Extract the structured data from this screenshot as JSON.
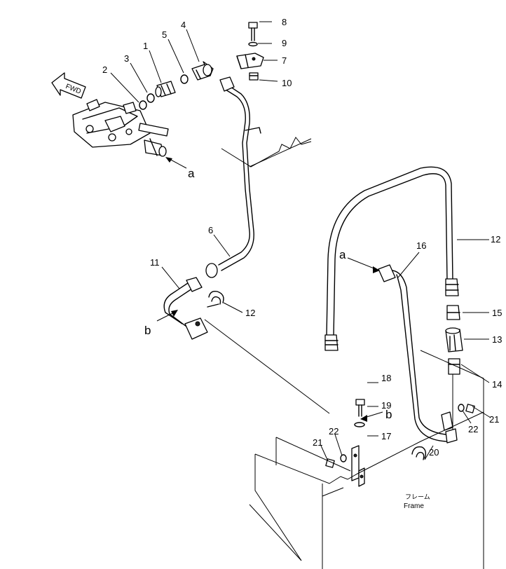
{
  "arrow_label": "FWD",
  "part_labels": [
    {
      "id": "p1",
      "text": "1"
    },
    {
      "id": "p2",
      "text": "2"
    },
    {
      "id": "p3",
      "text": "3"
    },
    {
      "id": "p4",
      "text": "4"
    },
    {
      "id": "p5",
      "text": "5"
    },
    {
      "id": "p6",
      "text": "6"
    },
    {
      "id": "p7",
      "text": "7"
    },
    {
      "id": "p8",
      "text": "8"
    },
    {
      "id": "p9",
      "text": "9"
    },
    {
      "id": "p10",
      "text": "10"
    },
    {
      "id": "p11",
      "text": "11"
    },
    {
      "id": "p12a",
      "text": "12"
    },
    {
      "id": "p12b",
      "text": "12"
    },
    {
      "id": "p13",
      "text": "13"
    },
    {
      "id": "p14",
      "text": "14"
    },
    {
      "id": "p15",
      "text": "15"
    },
    {
      "id": "p16",
      "text": "16"
    },
    {
      "id": "p17",
      "text": "17"
    },
    {
      "id": "p18",
      "text": "18"
    },
    {
      "id": "p19",
      "text": "19"
    },
    {
      "id": "p20",
      "text": "20"
    },
    {
      "id": "p21a",
      "text": "21"
    },
    {
      "id": "p21b",
      "text": "21"
    },
    {
      "id": "p22a",
      "text": "22"
    },
    {
      "id": "p22b",
      "text": "22"
    }
  ],
  "reference_letters": {
    "a1": "a",
    "a2": "a",
    "b1": "b",
    "b2": "b"
  },
  "frame_label": {
    "japanese": "フレーム",
    "english": "Frame"
  }
}
